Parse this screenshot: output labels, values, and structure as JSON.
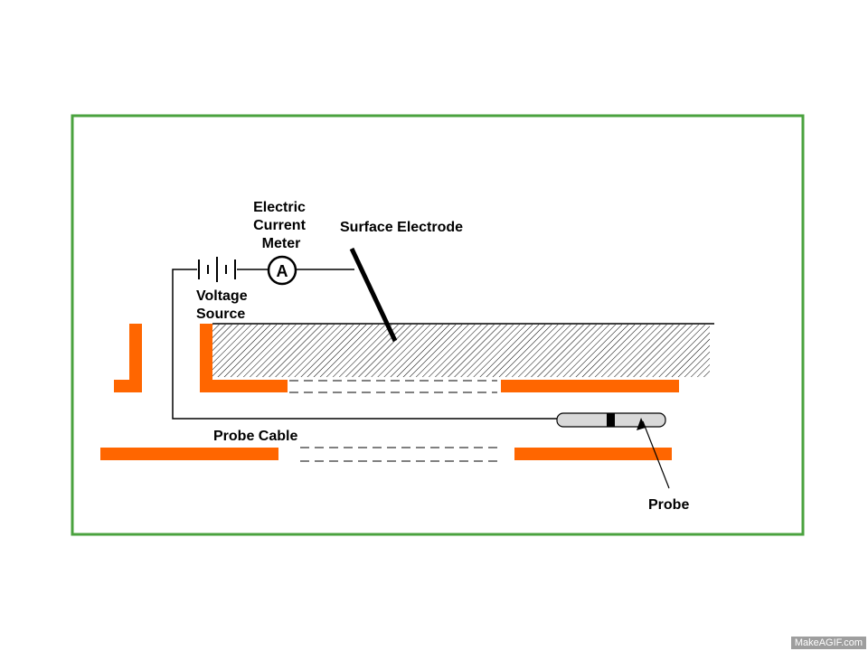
{
  "labels": {
    "meter_line1": "Electric",
    "meter_line2": "Current",
    "meter_line3": "Meter",
    "surface_electrode": "Surface Electrode",
    "voltage_line1": "Voltage",
    "voltage_line2": "Source",
    "ammeter_symbol": "A",
    "probe_cable": "Probe Cable",
    "probe": "Probe"
  },
  "colors": {
    "frame": "#4aa23e",
    "pipe": "#ff6600",
    "line": "#000000",
    "probe_fill": "#d9d9d9"
  },
  "watermark": "MakeAGIF.com"
}
